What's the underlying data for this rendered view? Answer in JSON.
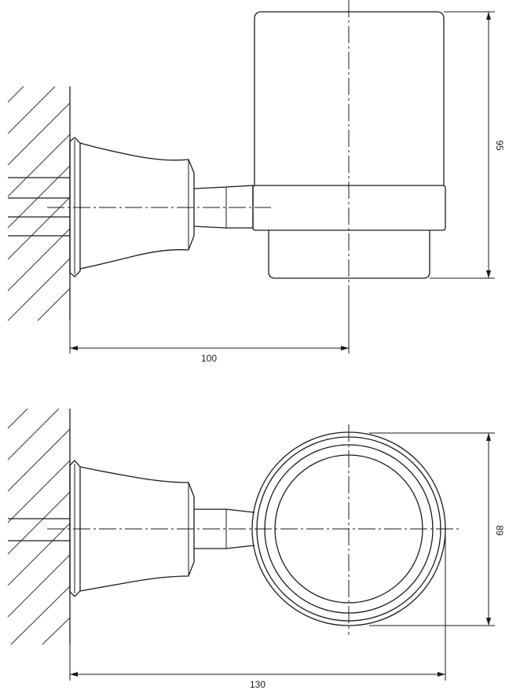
{
  "side_view": {
    "width_dimension": "100",
    "height_dimension": "95"
  },
  "top_view": {
    "width_dimension": "130",
    "diameter_dimension": "89"
  }
}
